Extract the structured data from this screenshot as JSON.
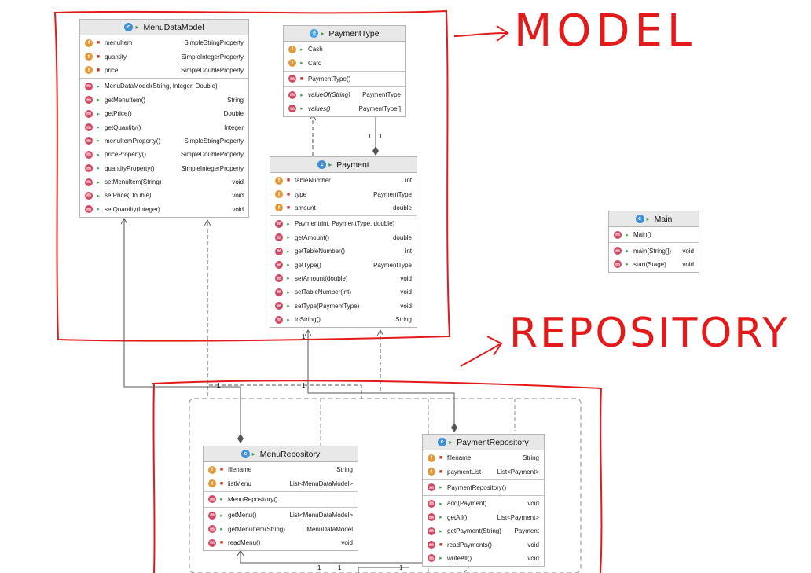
{
  "annotations": {
    "model": "MODEL",
    "repository": "REPOSITORY"
  },
  "colors": {
    "annotation": "#e41a1a",
    "class_icon": "#3e8fd6",
    "enum_icon": "#4aa4e8",
    "main_icon": "#3e8fd6",
    "method_icon": "#d04a63",
    "field_icon": "#e19a3a"
  },
  "classes": {
    "menuDataModel": {
      "title": "MenuDataModel",
      "kind": "class-icon",
      "fields": [
        {
          "name": "menuItem",
          "type": "SimpleStringProperty",
          "icon": "field-icon",
          "vis": "private"
        },
        {
          "name": "quantity",
          "type": "SimpleIntegerProperty",
          "icon": "field-icon",
          "vis": "private"
        },
        {
          "name": "price",
          "type": "SimpleDoubleProperty",
          "icon": "field-icon",
          "vis": "private"
        }
      ],
      "constructors": [
        {
          "name": "MenuDataModel(String, Integer, Double)",
          "type": ""
        }
      ],
      "methods": [
        {
          "name": "getMenuItem()",
          "type": "String"
        },
        {
          "name": "getPrice()",
          "type": "Double"
        },
        {
          "name": "getQuantity()",
          "type": "Integer"
        },
        {
          "name": "menuItemProperty()",
          "type": "SimpleStringProperty"
        },
        {
          "name": "priceProperty()",
          "type": "SimpleDoubleProperty"
        },
        {
          "name": "quantityProperty()",
          "type": "SimpleIntegerProperty"
        },
        {
          "name": "setMenuItem(String)",
          "type": "void"
        },
        {
          "name": "setPrice(Double)",
          "type": "void"
        },
        {
          "name": "setQuantity(Integer)",
          "type": "void"
        }
      ]
    },
    "paymentType": {
      "title": "PaymentType",
      "kind": "enum-icon",
      "fields": [
        {
          "name": "Cash",
          "type": ""
        },
        {
          "name": "Card",
          "type": ""
        }
      ],
      "constructors": [
        {
          "name": "PaymentType()",
          "type": ""
        }
      ],
      "methods": [
        {
          "name": "valueOf(String)",
          "type": "PaymentType"
        },
        {
          "name": "values()",
          "type": "PaymentType[]"
        }
      ]
    },
    "payment": {
      "title": "Payment",
      "kind": "class-icon",
      "fields": [
        {
          "name": "tableNumber",
          "type": "int"
        },
        {
          "name": "type",
          "type": "PaymentType"
        },
        {
          "name": "amount",
          "type": "double"
        }
      ],
      "constructors": [
        {
          "name": "Payment(int, PaymentType, double)",
          "type": ""
        }
      ],
      "methods": [
        {
          "name": "getAmount()",
          "type": "double"
        },
        {
          "name": "getTableNumber()",
          "type": "int"
        },
        {
          "name": "getType()",
          "type": "PaymentType"
        },
        {
          "name": "setAmount(double)",
          "type": "void"
        },
        {
          "name": "setTableNumber(int)",
          "type": "void"
        },
        {
          "name": "setType(PaymentType)",
          "type": "void"
        },
        {
          "name": "toString()",
          "type": "String"
        }
      ]
    },
    "main": {
      "title": "Main",
      "kind": "main-class-icon",
      "constructors": [
        {
          "name": "Main()",
          "type": ""
        }
      ],
      "methods": [
        {
          "name": "main(String[])",
          "type": "void"
        },
        {
          "name": "start(Stage)",
          "type": "void"
        }
      ]
    },
    "menuRepository": {
      "title": "MenuRepository",
      "kind": "class-icon",
      "fields": [
        {
          "name": "filename",
          "type": "String"
        },
        {
          "name": "listMenu",
          "type": "List<MenuDataModel>"
        }
      ],
      "constructors": [
        {
          "name": "MenuRepository()",
          "type": ""
        }
      ],
      "methods": [
        {
          "name": "getMenu()",
          "type": "List<MenuDataModel>"
        },
        {
          "name": "getMenuItem(String)",
          "type": "MenuDataModel"
        },
        {
          "name": "readMenu()",
          "type": "void"
        }
      ]
    },
    "paymentRepository": {
      "title": "PaymentRepository",
      "kind": "class-icon",
      "fields": [
        {
          "name": "filename",
          "type": "String"
        },
        {
          "name": "paymentList",
          "type": "List<Payment>"
        }
      ],
      "constructors": [
        {
          "name": "PaymentRepository()",
          "type": ""
        }
      ],
      "methods": [
        {
          "name": "add(Payment)",
          "type": "void"
        },
        {
          "name": "getAll()",
          "type": "List<Payment>"
        },
        {
          "name": "getPayment(String)",
          "type": "Payment"
        },
        {
          "name": "readPayments()",
          "type": "void"
        },
        {
          "name": "writeAll()",
          "type": "void"
        }
      ]
    }
  },
  "multiplicities": {
    "m1": "1",
    "m2": "1",
    "m3": "1",
    "m4": "1",
    "m5": "1",
    "m6": "1",
    "m7": "1",
    "m8": "1"
  }
}
